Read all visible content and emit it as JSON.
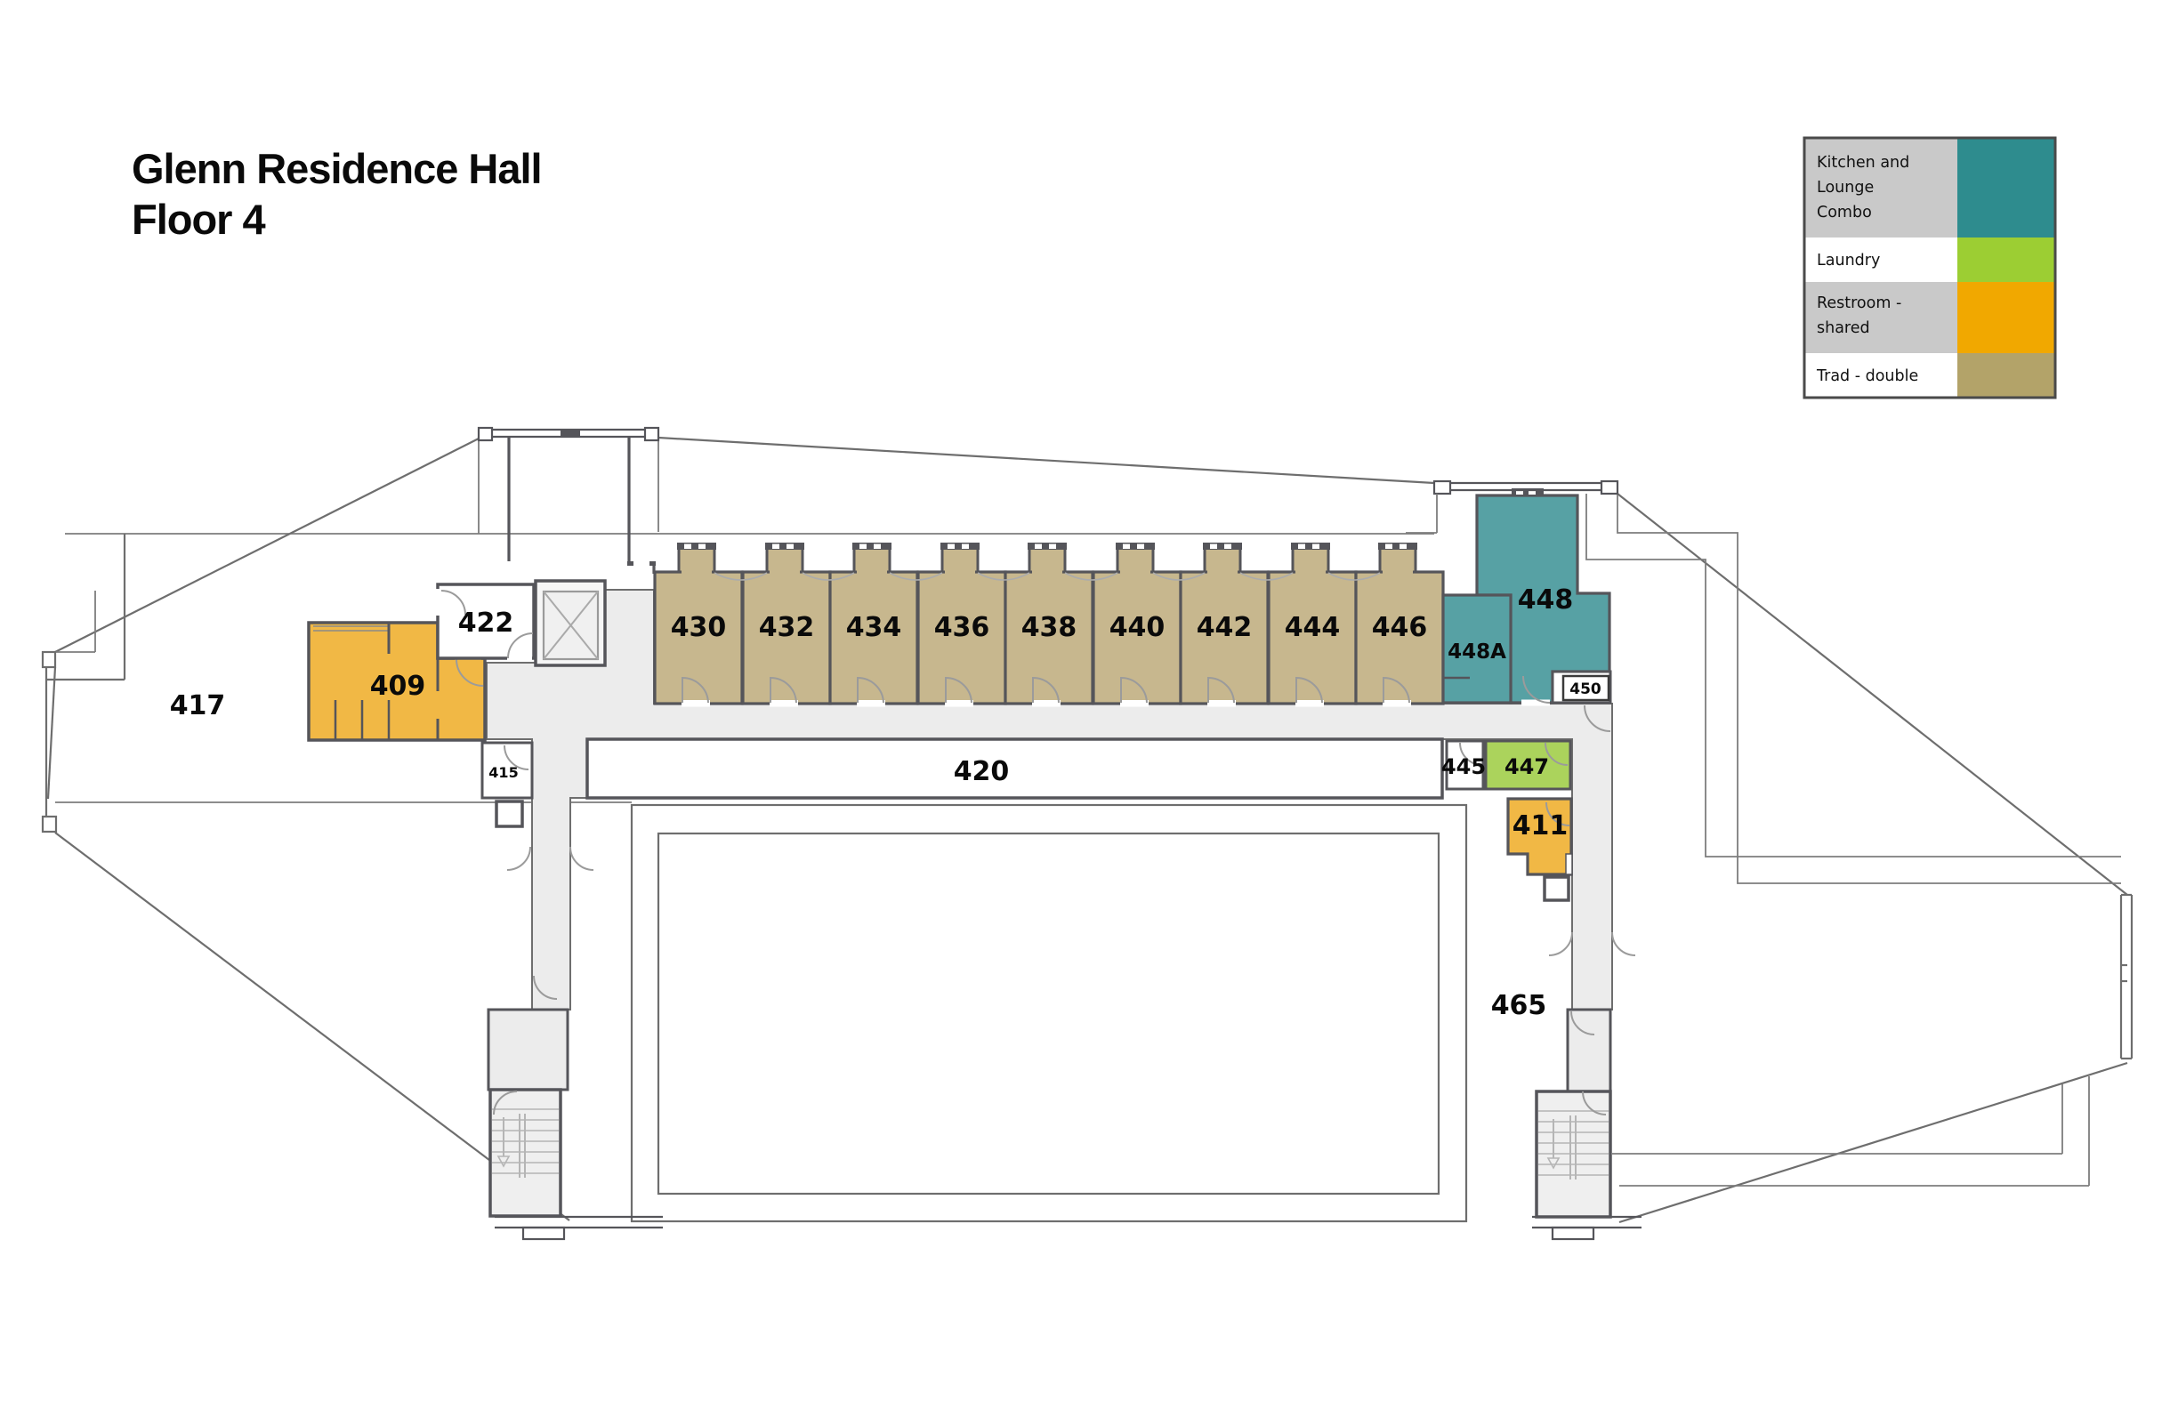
{
  "title": {
    "line1": "Glenn Residence Hall",
    "line2": "Floor 4"
  },
  "legend": {
    "items": [
      {
        "lines": [
          "Kitchen and",
          "Lounge",
          "Combo"
        ],
        "color": "#2E8C8E",
        "row_bg": "#C9C9C9"
      },
      {
        "lines": [
          "Laundry"
        ],
        "color": "#9CCE33",
        "row_bg": "#FFFFFF"
      },
      {
        "lines": [
          "Restroom -",
          "shared"
        ],
        "color": "#F1A800",
        "row_bg": "#C9C9C9"
      },
      {
        "lines": [
          "Trad - double"
        ],
        "color": "#B3A369",
        "row_bg": "#FFFFFF"
      }
    ]
  },
  "rooms": {
    "trad_row": [
      "430",
      "432",
      "434",
      "436",
      "438",
      "440",
      "442",
      "444",
      "446"
    ],
    "r417": "417",
    "r409": "409",
    "r422": "422",
    "r415": "415",
    "r420": "420",
    "r445": "445",
    "r447": "447",
    "r411": "411",
    "r465": "465",
    "r448": "448",
    "r448a": "448A",
    "r450": "450"
  },
  "colors": {
    "trad_room": "#C7B78E",
    "kitchen_room": "#57A1A4",
    "restroom_room": "#F1B845",
    "laundry_room": "#ABD35C",
    "corridor": "#ECECEC",
    "stair_fill": "#EFEFEF",
    "wall": "#55555A",
    "white_room": "#FFFFFF"
  }
}
